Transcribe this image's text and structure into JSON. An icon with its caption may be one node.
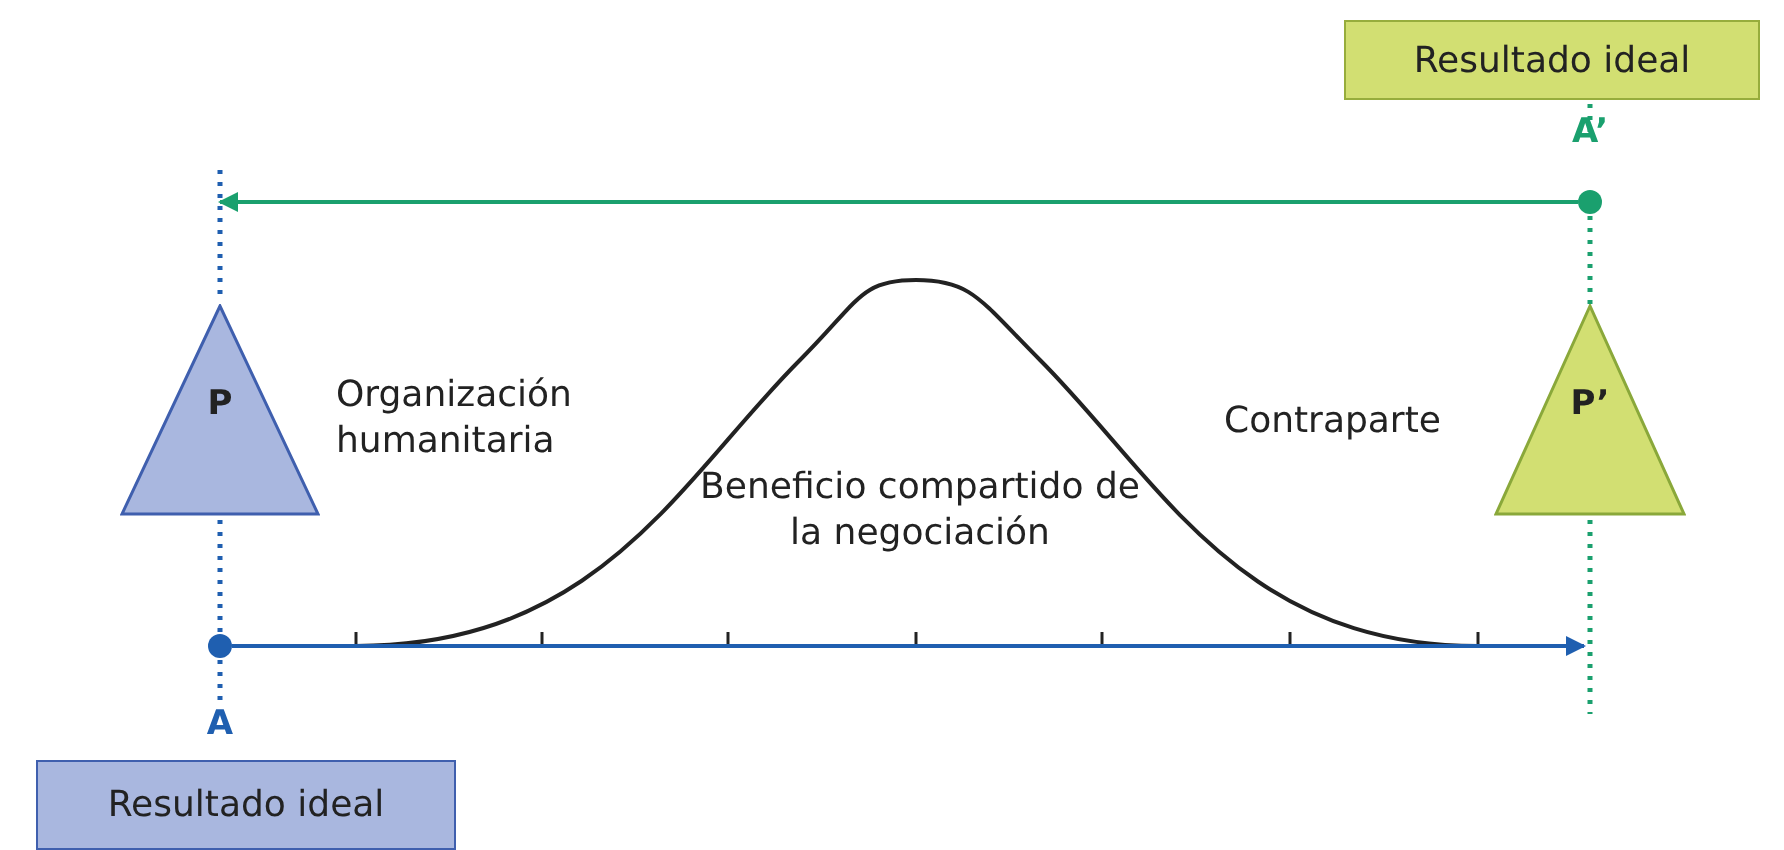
{
  "diagram": {
    "nodes": [
      {
        "text": [
          "Resultado ideal"
        ]
      },
      {
        "text": [
          "A’"
        ]
      },
      {
        "text": [],
        "shape": "circle"
      },
      {
        "text": [
          "P"
        ]
      },
      {
        "text": [
          "P’"
        ]
      },
      {
        "text": [],
        "shape": "circle"
      },
      {
        "text": [
          "A"
        ]
      },
      {
        "text": [
          "Resultado ideal"
        ]
      }
    ],
    "edges": [
      {
        "from": 2,
        "to": null,
        "arrow": "to",
        "color": "#1aa06e"
      },
      {
        "from": 5,
        "to": null,
        "arrow": "to",
        "color": "#1f5fb0"
      }
    ],
    "labels": [
      "Organización humanitaria",
      "Contraparte",
      "Beneficio compartido de la negociación"
    ]
  }
}
